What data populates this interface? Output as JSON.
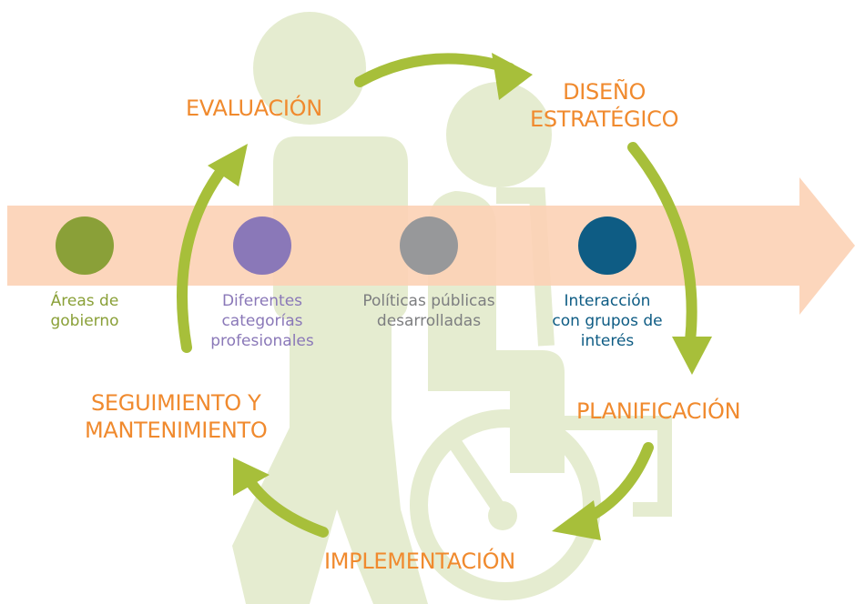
{
  "colors": {
    "stage_text": "#f08a2e",
    "cycle_arrow": "#a7bf3a",
    "timeline_band": "#fcd2b5",
    "figure": "#e5ecd0",
    "areas": "#8aa038",
    "professions": "#8a78b8",
    "policies": "#97989a",
    "stakeholders": "#0e5c84"
  },
  "stages": {
    "evaluation": "EVALUACIÓN",
    "design": [
      "DISEÑO",
      "ESTRATÉGICO"
    ],
    "planning": "PLANIFICACIÓN",
    "implementation": "IMPLEMENTACIÓN",
    "monitoring": [
      "SEGUIMIENTO Y",
      "MANTENIMIENTO"
    ]
  },
  "categories": [
    {
      "lines": [
        "Áreas de",
        "gobierno"
      ],
      "color": "#8aa038"
    },
    {
      "lines": [
        "Diferentes",
        "categorías",
        "profesionales"
      ],
      "color": "#8a78b8"
    },
    {
      "lines": [
        "Políticas públicas",
        "desarrolladas"
      ],
      "color": "#7d7e80"
    },
    {
      "lines": [
        "Interacción",
        "con grupos de",
        "interés"
      ],
      "color": "#0e5c84"
    }
  ],
  "icons": {
    "background": "person-and-wheelchair-user-icon",
    "timeline": "timeline-arrow-icon",
    "cycle": "cycle-arrow-icon"
  }
}
